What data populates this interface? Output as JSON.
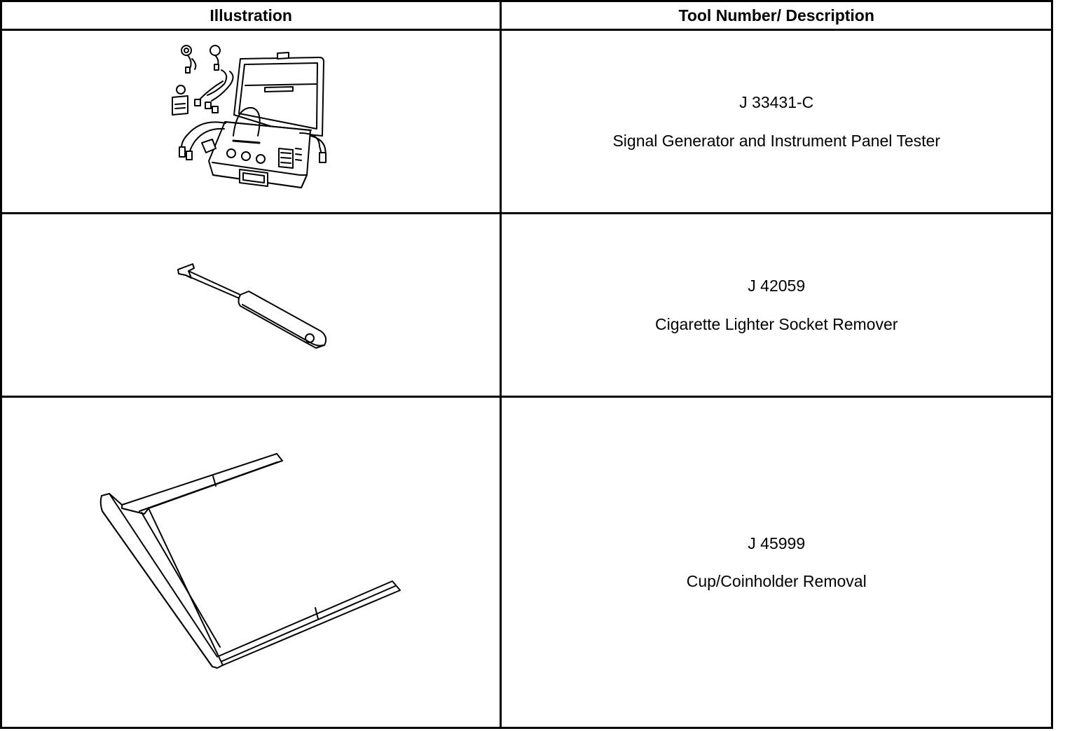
{
  "table": {
    "headers": {
      "illustration": "Illustration",
      "tool": "Tool Number/ Description"
    },
    "rows": [
      {
        "tool_number": "J 33431-C",
        "description": "Signal Generator and Instrument Panel Tester",
        "illustration_icon": "signal-generator-kit-icon"
      },
      {
        "tool_number": "J 42059",
        "description": "Cigarette Lighter Socket Remover",
        "illustration_icon": "socket-remover-tool-icon"
      },
      {
        "tool_number": "J 45999",
        "description": "Cup/Coinholder Removal",
        "illustration_icon": "cup-coinholder-removal-tool-icon"
      }
    ]
  },
  "colors": {
    "line": "#000000",
    "background": "#ffffff"
  }
}
